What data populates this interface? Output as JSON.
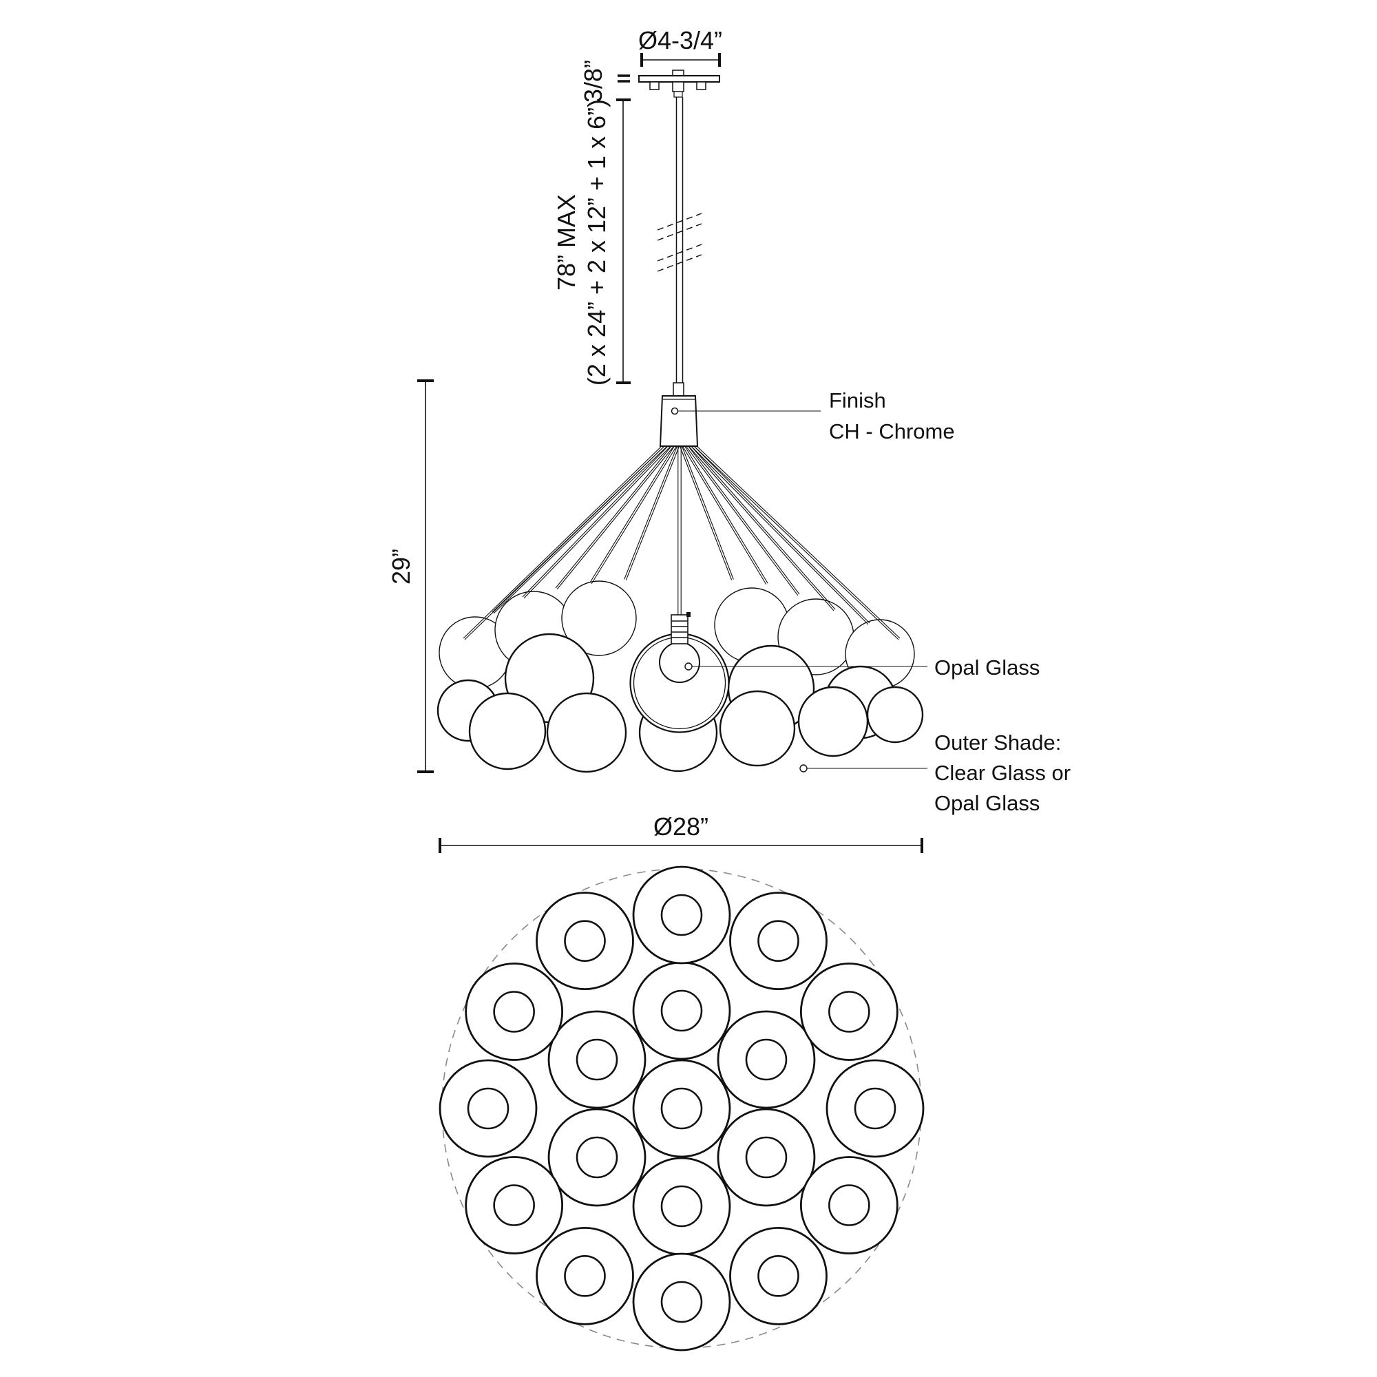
{
  "drawing_title": "cluster-pendant-dimension-drawing",
  "colors": {
    "line": "#111111",
    "dashed_outline": "#8a8a8a",
    "background": "#ffffff"
  },
  "dimensions": {
    "canopy_diameter": "Ø4-3/4”",
    "canopy_thickness": "3/8”",
    "suspension_max": "78” MAX",
    "suspension_breakdown": "(2 x 24” + 2 x 12” + 1 x 6”)",
    "fixture_height": "29”",
    "fixture_diameter": "Ø28”"
  },
  "labels": {
    "finish_title": "Finish",
    "finish_value": "CH - Chrome",
    "inner_shade": "Opal Glass",
    "outer_shade_title": "Outer Shade:",
    "outer_shade_line2": "Clear Glass or",
    "outer_shade_line3": "Opal Glass"
  }
}
